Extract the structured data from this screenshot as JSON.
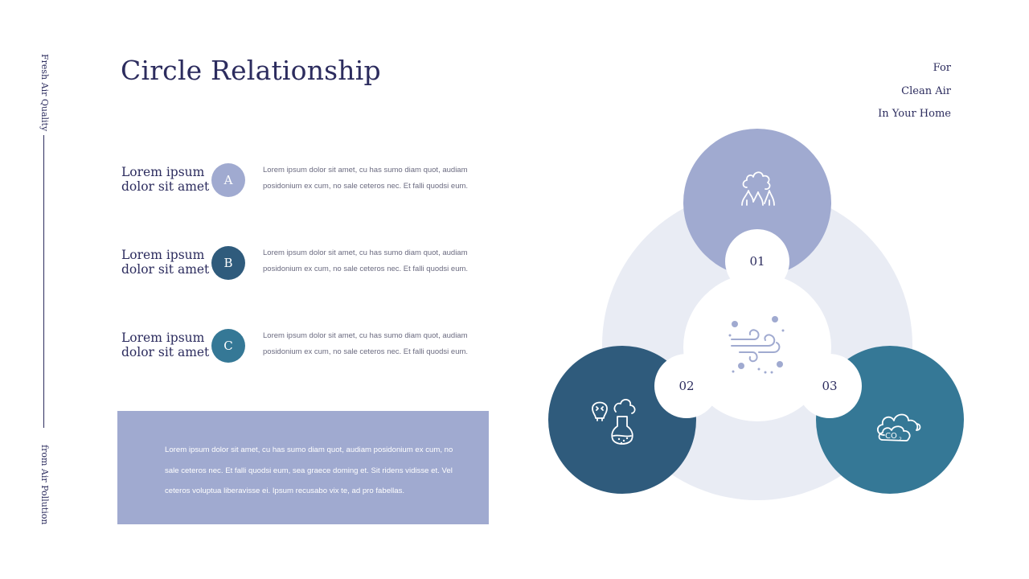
{
  "sidebar": {
    "top_text": "Fresh Air Quality",
    "bottom_text": "from Air Pollution"
  },
  "header": {
    "title": "Circle Relationship",
    "tagline": [
      "For",
      "Clean Air",
      "In Your Home"
    ]
  },
  "items": [
    {
      "title": "Lorem ipsum dolor sit amet",
      "letter": "A",
      "color": "#a0aad0",
      "description": "Lorem ipsum dolor sit amet, cu has sumo diam quot, audiam posidonium ex cum, no sale ceteros nec. Et falli quodsi eum."
    },
    {
      "title": "Lorem ipsum dolor sit amet",
      "letter": "B",
      "color": "#2f5b7c",
      "description": "Lorem ipsum dolor sit amet, cu has sumo diam quot, audiam posidonium ex cum, no sale ceteros nec. Et falli quodsi eum."
    },
    {
      "title": "Lorem ipsum dolor sit amet",
      "letter": "C",
      "color": "#357896",
      "description": "Lorem ipsum dolor sit amet, cu has sumo diam quot, audiam posidonium ex cum, no sale ceteros nec. Et falli quodsi eum."
    }
  ],
  "note": {
    "text": "Lorem ipsum dolor sit amet, cu has sumo diam quot, audiam posidonium ex cum, no sale ceteros nec. Et falli quodsi eum, sea graece doming et. Sit ridens vidisse et. Vel ceteros voluptua liberavisse ei. Ipsum recusabo vix te, ad pro fabellas."
  },
  "diagram": {
    "center_icon": "wind-pollen-icon",
    "nodes": [
      {
        "number": "01",
        "icon": "smoke-fire-icon",
        "color": "#a0aad0"
      },
      {
        "number": "02",
        "icon": "toxic-flask-icon",
        "color": "#2f5b7c"
      },
      {
        "number": "03",
        "icon": "co2-cloud-icon",
        "color": "#357896"
      }
    ],
    "background_color": "#e9ecf4"
  }
}
